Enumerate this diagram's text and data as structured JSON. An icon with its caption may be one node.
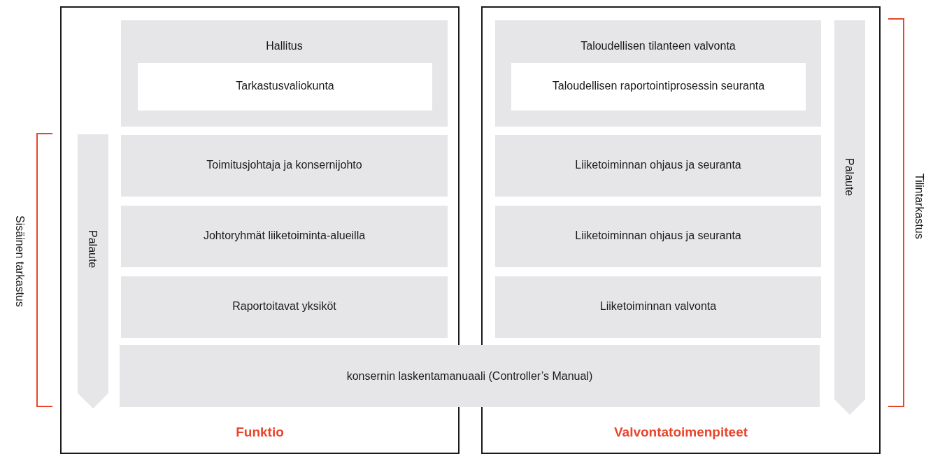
{
  "diagram": {
    "nodes": [
      {
        "text": [
          "Funktio"
        ]
      },
      {
        "text": [
          "Hallitus"
        ],
        "in": 0
      },
      {
        "text": [
          "Tarkastusvaliokunta"
        ],
        "in": 1
      },
      {
        "text": [
          "Toimitusjohtaja ja konsernijohto"
        ],
        "in": 0
      },
      {
        "text": [
          "Johtoryhmät liiketoiminta-alueilla"
        ],
        "in": 0
      },
      {
        "text": [
          "Raportoitavat yksiköt"
        ],
        "in": 0
      },
      {
        "text": [
          "Palaute"
        ],
        "in": 0
      },
      {
        "text": [
          "Valvontatoimenpiteet"
        ]
      },
      {
        "text": [
          "Taloudellisen tilanteen valvonta"
        ],
        "in": 7
      },
      {
        "text": [
          "Taloudellisen raportointiprosessin seuranta"
        ],
        "in": 8
      },
      {
        "text": [
          "Liiketoiminnan ohjaus ja seuranta"
        ],
        "in": 7
      },
      {
        "text": [
          "Liiketoiminnan ohjaus ja seuranta"
        ],
        "in": 7
      },
      {
        "text": [
          "Liiketoiminnan valvonta"
        ],
        "in": 7
      },
      {
        "text": [
          "Palaute"
        ],
        "in": 7
      },
      {
        "text": [
          "konsernin laskentamanuaali (Controller’s Manual)"
        ]
      }
    ],
    "edges": [],
    "labels": [
      "Sisäinen tarkastus",
      "Tilintarkastus"
    ]
  }
}
